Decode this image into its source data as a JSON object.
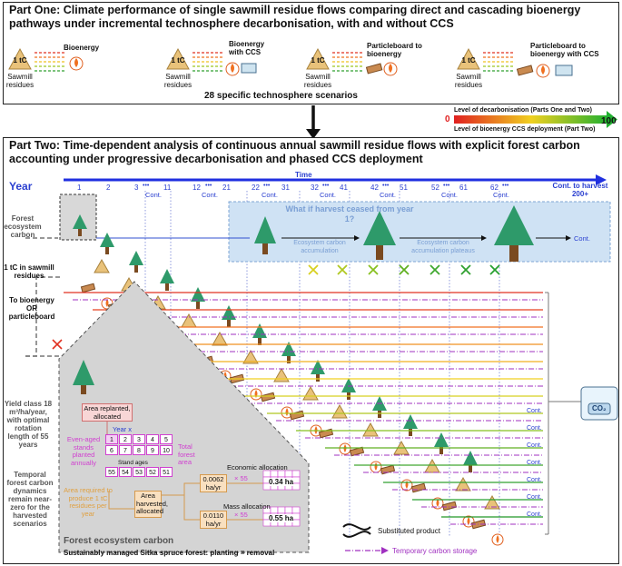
{
  "part_one": {
    "title": "Part One: Climate performance of single sawmill residue flows comparing direct and cascading bioenergy pathways under incremental technosphere decarbonisation, with and without CCS",
    "unit": "1 tC",
    "residue_label": "Sawmill residues",
    "pathways": [
      "Bioenergy",
      "Bioenergy with CCS",
      "Particleboard to bioenergy",
      "Particleboard to bioenergy with CCS"
    ],
    "scenarios": "28 specific technosphere  scenarios"
  },
  "legend_top": {
    "decarb": "Level of decarbonisation (Parts One and Two)",
    "ccs": "Level of bioenergy CCS deployment (Part Two)",
    "min": "0",
    "max": "100"
  },
  "part_two": {
    "title": "Part Two: Time-dependent analysis of continuous annual sawmill residue flows with explicit forest carbon accounting under progressive decarbonisation and phased CCS deployment",
    "time_label": "Time",
    "year_label": "Year",
    "years": [
      "1",
      "2",
      "3",
      "11",
      "12",
      "21",
      "22",
      "31",
      "32",
      "41",
      "42",
      "51",
      "52",
      "61",
      "62"
    ],
    "cont": "Cont.",
    "cont_harvest": "Cont. to harvest 200+",
    "dots": "•••",
    "row_labels": {
      "forest": "Forest ecosystem carbon",
      "residue": "1 tC in sawmill residues",
      "route": "To bioenergy OR particleboard",
      "yield": "Yield class 18 m³/ha/year, with optimal rotation length of 55 years",
      "temporal": "Temporal forest carbon dynamics remain near-zero for the harvested scenarios"
    },
    "what_if": {
      "question": "What if harvest ceased from year 1?",
      "accum": "Ecosystem carbon accumulation",
      "plateau": "Ecosystem carbon accumulation plateaus",
      "cont": "Cont."
    },
    "ccs_label": "CO₂",
    "legend": {
      "substituted": "Substituted product",
      "temporary": "Temporary carbon storage"
    }
  },
  "inset": {
    "area_replanted": "Area replanted, allocated",
    "year_x": "Year x",
    "even_aged": "Even-aged stands planted annually",
    "total_area": "Total forest area",
    "grid_top": [
      "1",
      "2",
      "3",
      "4",
      "5"
    ],
    "grid_mid": [
      "6",
      "7",
      "8",
      "9",
      "10"
    ],
    "stand_ages_label": "Stand ages",
    "stand_ages": [
      "55",
      "54",
      "53",
      "52",
      "51"
    ],
    "area_required": "Area required to produce 1 tC residues per year",
    "area_harvested": "Area harvested, allocated",
    "economic": "Economic allocation",
    "mass": "Mass allocation",
    "econ_val": "0.0062 ha/yr",
    "mass_val": "0.0110 ha/yr",
    "times": "× 55",
    "econ_total": "0.34 ha",
    "mass_total": "0.55 ha",
    "title": "Forest ecosystem carbon",
    "footer": "Sustainably managed Sitka spruce forest: planting = removal"
  }
}
